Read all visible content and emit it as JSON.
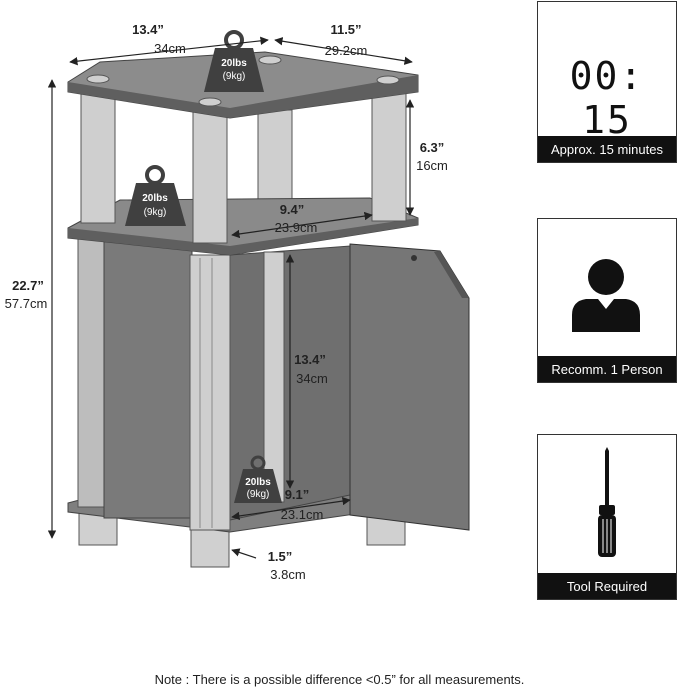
{
  "dimensions": {
    "top_width_in": "13.4”",
    "top_width_cm": "34cm",
    "top_depth_in": "11.5”",
    "top_depth_cm": "29.2cm",
    "shelf_gap_in": "6.3”",
    "shelf_gap_cm": "16cm",
    "shelf_width_in": "9.4”",
    "shelf_width_cm": "23.9cm",
    "total_height_in": "22.7”",
    "total_height_cm": "57.7cm",
    "cabinet_height_in": "13.4”",
    "cabinet_height_cm": "34cm",
    "cabinet_width_in": "9.1”",
    "cabinet_width_cm": "23.1cm",
    "leg_height_in": "1.5”",
    "leg_height_cm": "3.8cm"
  },
  "weights": {
    "top": {
      "lbs": "20lbs",
      "kg": "(9kg)"
    },
    "shelf": {
      "lbs": "20lbs",
      "kg": "(9kg)"
    },
    "cabinet": {
      "lbs": "20lbs",
      "kg": "(9kg)"
    }
  },
  "panels": {
    "time": {
      "display": "00: 15",
      "caption": "Approx. 15 minutes"
    },
    "people": {
      "caption": "Recomm. 1 Person"
    },
    "tool": {
      "caption": "Tool Required"
    }
  },
  "icons": [
    "weight-icon",
    "person-icon",
    "screwdriver-icon"
  ],
  "note": "Note : There is a possible difference <0.5” for all measurements.",
  "colors": {
    "panel": "#7f7f7f",
    "post": "#cfcfcf",
    "caption_bg": "#111111",
    "weight": "#404040"
  }
}
